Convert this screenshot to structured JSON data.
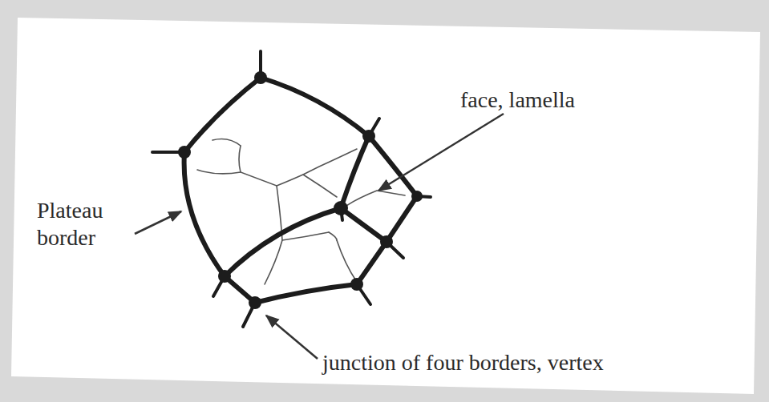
{
  "diagram": {
    "labels": [
      "face, lamella",
      "Plateau border",
      "junction of four borders, vertex"
    ]
  }
}
